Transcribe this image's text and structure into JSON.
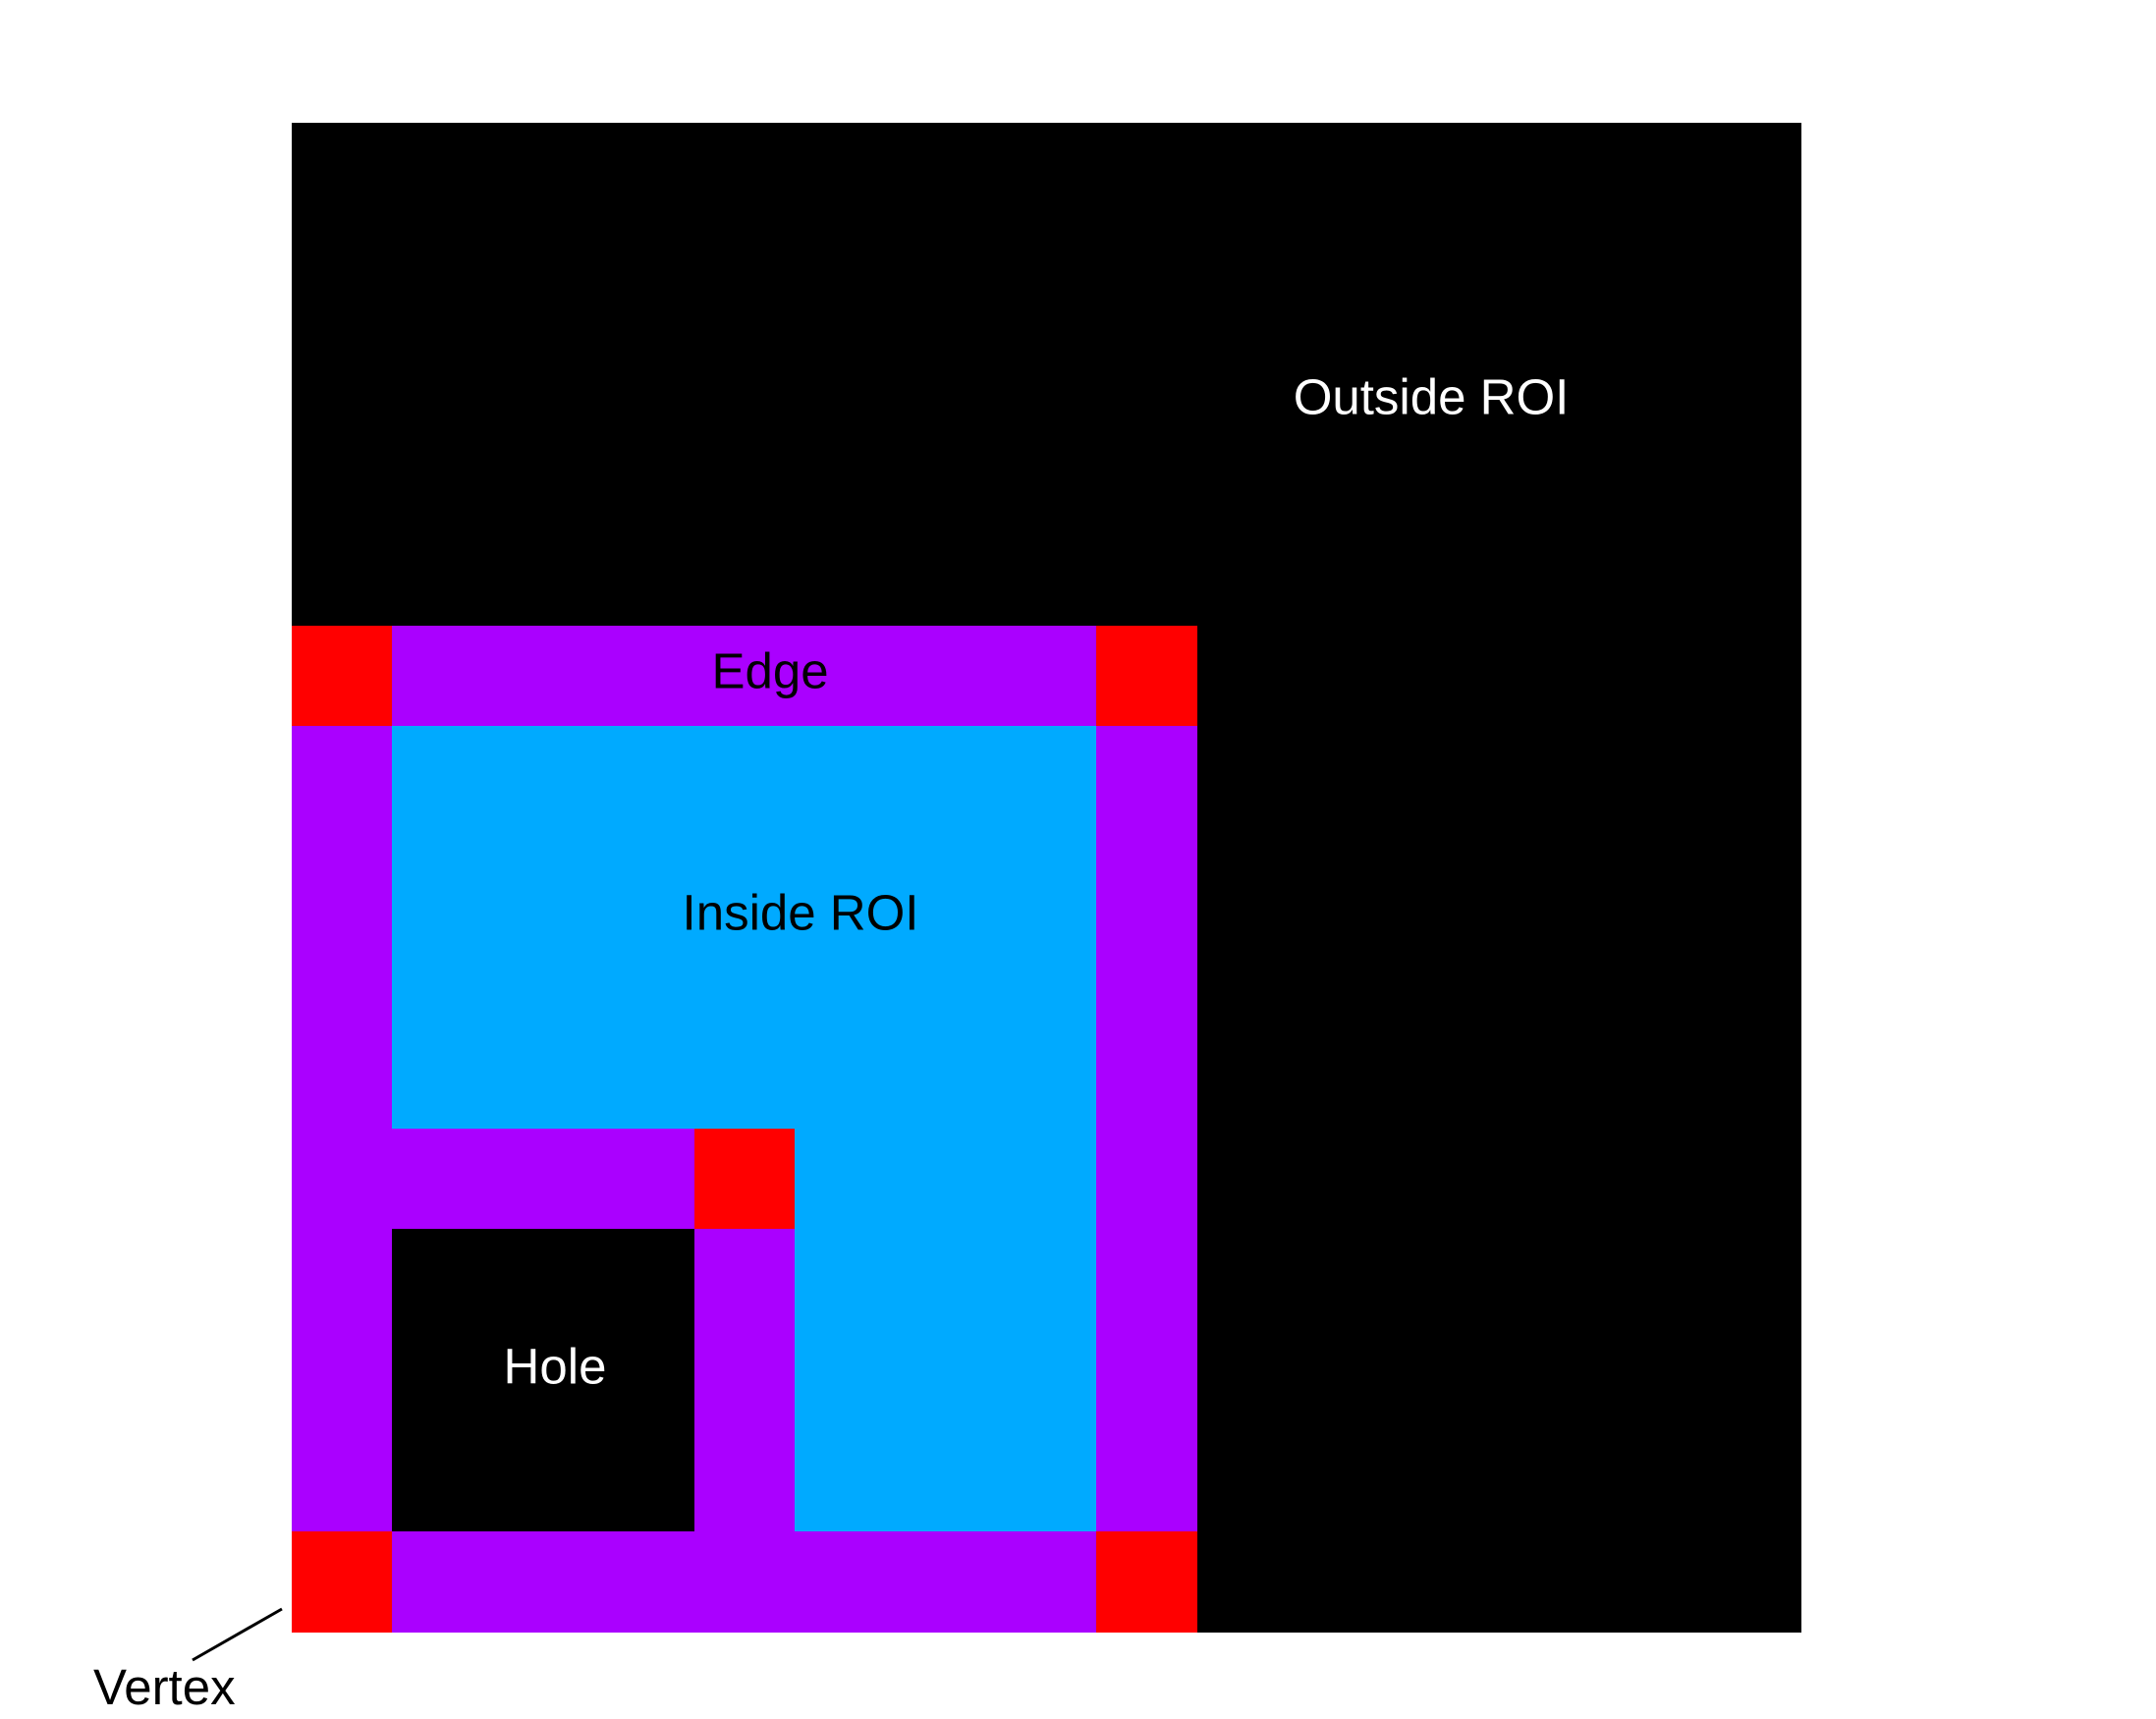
{
  "colors": {
    "background": "#ffffff",
    "outside": "#000000",
    "hole": "#000000",
    "edge": "#aa00ff",
    "vertex": "#ff0000",
    "inside": "#00aaff",
    "label_light": "#ffffff",
    "label_dark": "#000000"
  },
  "labels": {
    "outside": "Outside ROI",
    "edge": "Edge",
    "inside": "Inside ROI",
    "hole": "Hole",
    "vertex": "Vertex"
  },
  "grid": {
    "columns": 15,
    "rows": 15,
    "legend": "O = outside ROI, E = edge, V = vertex, I = inside ROI, H = hole",
    "cells": [
      "OOOOOOOOOOOOOOO",
      "OOOOOOOOOOOOOOO",
      "OOOOOOOOOOOOOOO",
      "OOOOOOOOOOOOOOO",
      "OOOOOOOOOOOOOOO",
      "VEEEEEEEVOOOOOO",
      "EIIIIIIIEOOOOOO",
      "EIIIIIIIEOOOOOO",
      "EIIIIIIIEOOOOOO",
      "EIIIIIIIEOOOOOO",
      "EEEEVIIIEOOOOOO",
      "EHHHEIIIEOOOOOO",
      "EHHHEIIIEOOOOOO",
      "EHHHEIIIEOOOOOO",
      "VEEEEEEEVOOOOOO"
    ]
  }
}
